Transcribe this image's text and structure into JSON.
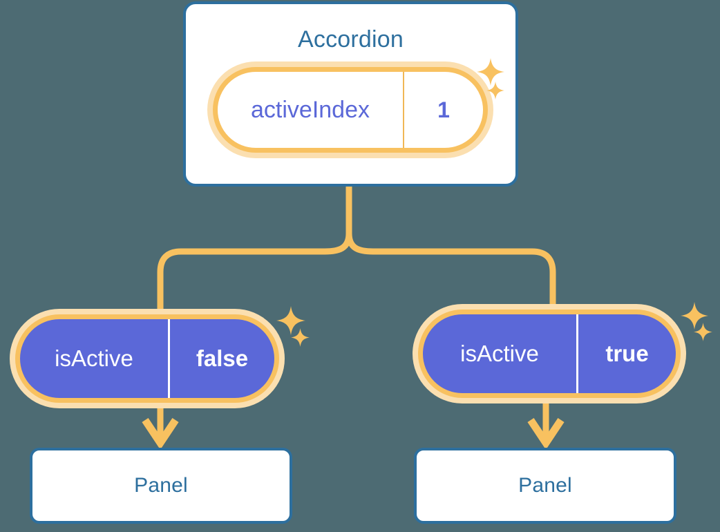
{
  "diagram": {
    "title_text": "Accordion",
    "background_color": "#4d6b73",
    "accent_blue": "#2d6f9e",
    "accent_purple": "#5b68d8",
    "accent_orange": "#f8c160",
    "accent_orange_glow": "#fbdfb0"
  },
  "accordion": {
    "label": "Accordion",
    "state": {
      "key": "activeIndex",
      "value": "1"
    }
  },
  "children": [
    {
      "state": {
        "key": "isActive",
        "value": "false"
      },
      "panel_label": "Panel"
    },
    {
      "state": {
        "key": "isActive",
        "value": "true"
      },
      "panel_label": "Panel"
    }
  ],
  "icons": {
    "sparkle": "sparkle-icon",
    "arrow_down": "arrow-down-icon"
  }
}
